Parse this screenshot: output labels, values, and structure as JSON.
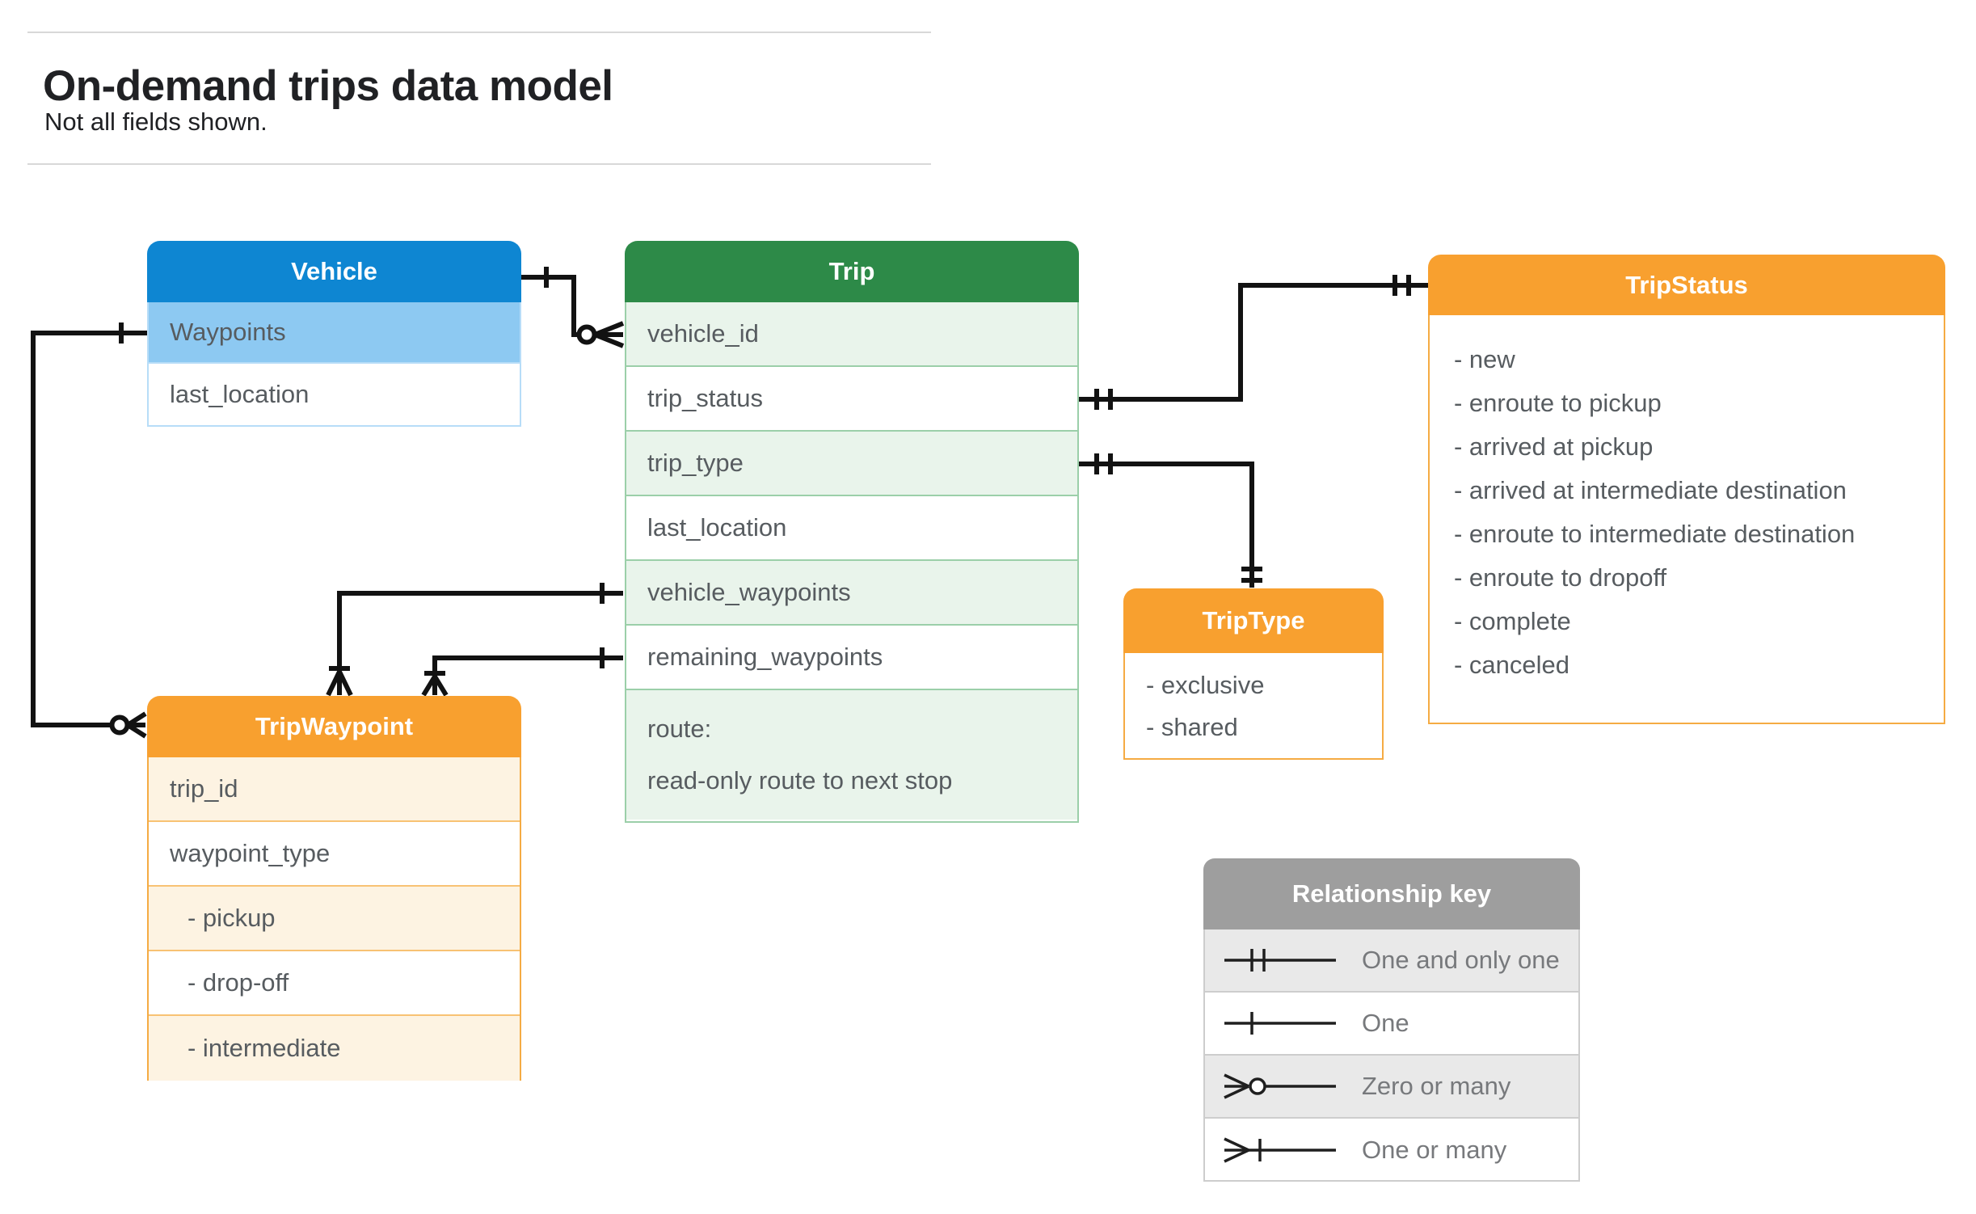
{
  "page": {
    "title": "On-demand trips data model",
    "subtitle": "Not all fields shown."
  },
  "entities": {
    "vehicle": {
      "title": "Vehicle",
      "rows": [
        "Waypoints",
        "last_location"
      ]
    },
    "trip": {
      "title": "Trip",
      "rows": [
        "vehicle_id",
        "trip_status",
        "trip_type",
        "last_location",
        "vehicle_waypoints",
        "remaining_waypoints"
      ],
      "route_label": "route:",
      "route_desc": "read-only route to next stop"
    },
    "tripstatus": {
      "title": "TripStatus",
      "values": [
        "- new",
        "- enroute to pickup",
        "- arrived at pickup",
        "- arrived at intermediate destination",
        "- enroute to intermediate destination",
        "- enroute to dropoff",
        "- complete",
        "- canceled"
      ]
    },
    "triptype": {
      "title": "TripType",
      "values": [
        "- exclusive",
        "- shared"
      ]
    },
    "tripwaypoint": {
      "title": "TripWaypoint",
      "rows": [
        "trip_id",
        "waypoint_type",
        "- pickup",
        "- drop-off",
        "- intermediate"
      ]
    }
  },
  "legend": {
    "title": "Relationship key",
    "items": [
      {
        "icon": "one-and-only-one",
        "label": "One and only one"
      },
      {
        "icon": "one",
        "label": "One"
      },
      {
        "icon": "zero-or-many",
        "label": "Zero or many"
      },
      {
        "icon": "one-or-many",
        "label": "One or many"
      }
    ]
  },
  "colors": {
    "vehicle_header": "#0e86d2",
    "vehicle_highlight_row": "#8dc9f2",
    "trip_header": "#2d8a48",
    "trip_tint_row": "#e9f4eb",
    "enum_header": "#f8a02f",
    "enum_body": "#fdf3e2",
    "legend_header": "#9e9e9e",
    "legend_alt_row": "#e9e9e9",
    "connector": "#121212"
  }
}
